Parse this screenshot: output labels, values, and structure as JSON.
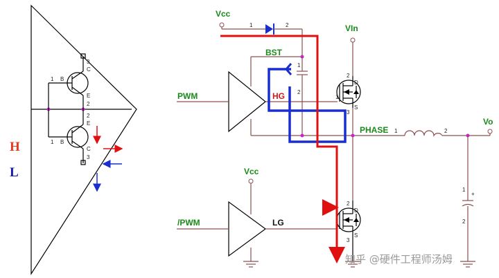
{
  "left_diagram": {
    "legend_high": "H",
    "legend_low": "L",
    "colors": {
      "high": "#e23a1a",
      "low": "#1515b0"
    },
    "upper_bjt": {
      "pin_b": "1",
      "label_b": "B",
      "pin_c": "3",
      "label_c": "C",
      "pin_e": "2",
      "label_e": "E"
    },
    "lower_bjt": {
      "pin_b": "1",
      "label_b": "B",
      "pin_c": "3",
      "label_c": "C",
      "pin_e": "2",
      "label_e": "E"
    }
  },
  "right_diagram": {
    "vcc_top": "Vcc",
    "vcc_driver": "Vcc",
    "vin": "VIn",
    "bst": "BST",
    "pwm": "PWM",
    "npwm": "/PWM",
    "hg": "HG",
    "lg": "LG",
    "phase": "PHASE",
    "vo": "Vo",
    "diode_pins": [
      "1",
      "2"
    ],
    "cap_boot_pins": [
      "1",
      "2"
    ],
    "inductor_pins": [
      "1",
      "2"
    ],
    "cap_out_pins": [
      "1",
      "2"
    ],
    "cap_out_polarity": "+",
    "mosfet_pins": {
      "d": "D",
      "s": "S",
      "drain_num": "2",
      "gate_num": "1",
      "source_num": "3"
    },
    "colors": {
      "wire": "#8a5050",
      "red_path": "#e01010",
      "blue_path": "#1a2ed0",
      "label_green": "#1a8a1a",
      "node": "#cc22cc"
    }
  },
  "watermark": "知乎 @硬件工程师汤姆"
}
